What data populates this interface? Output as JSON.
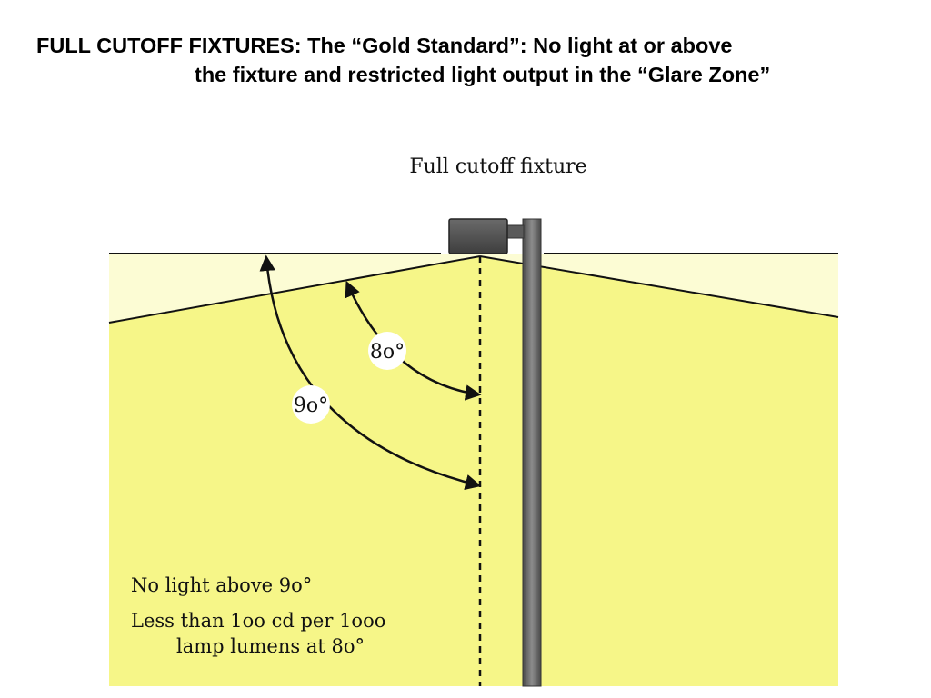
{
  "title": {
    "line1": "FULL CUTOFF FIXTURES:  The “Gold Standard”: No light at or above",
    "line2": "the fixture and restricted light output in the “Glare Zone”"
  },
  "diagram": {
    "heading": "Full cutoff fixture",
    "angle_small": "8o°",
    "angle_large": "9o°",
    "note_line1": "No light above 9o°",
    "note_line2": "Less than 1oo cd per 1ooo",
    "note_line3": "lamp lumens at 8o°",
    "colors": {
      "light_zone": "#f6f688",
      "glare_zone": "#fcfcd4",
      "pole": "#707070",
      "fixture": "#555555"
    }
  }
}
